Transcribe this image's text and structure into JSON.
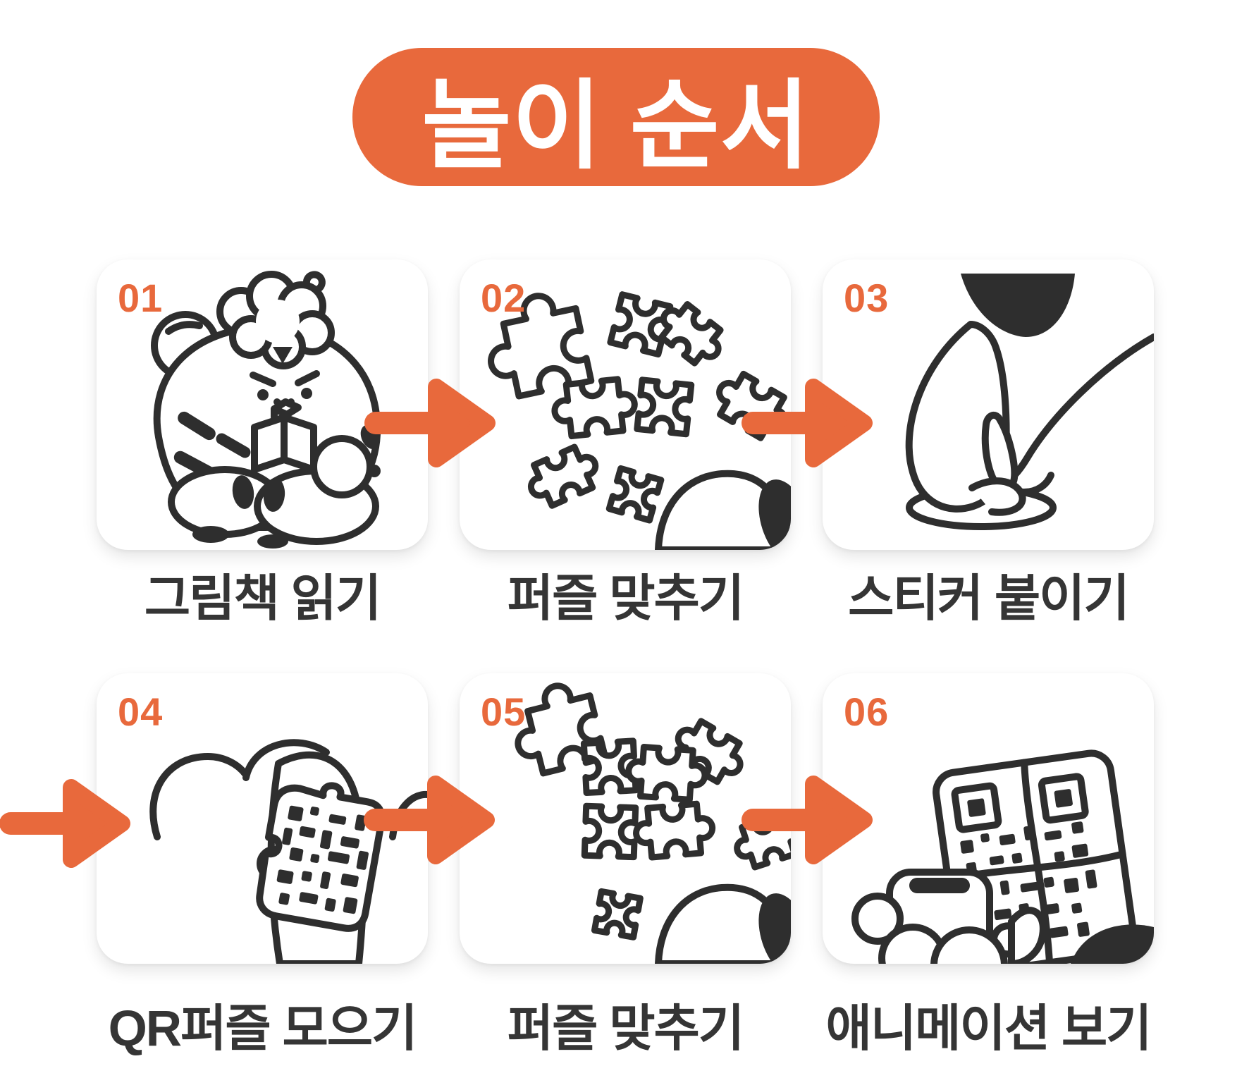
{
  "header": {
    "title": "놀이 순서"
  },
  "colors": {
    "accent": "#E8693C",
    "ink": "#2E2E2E",
    "label": "#353535",
    "card": "#FFFFFF",
    "title_text": "#FFFFFF",
    "background": "#FFFFFF"
  },
  "flow": {
    "arrow_icon": "right-arrow-icon",
    "arrow_count": 5
  },
  "steps": [
    {
      "number": "01",
      "label": "그림책 읽기",
      "icon": "tiger-reading-book-icon"
    },
    {
      "number": "02",
      "label": "퍼즐 맞추기",
      "icon": "scattered-puzzle-pieces-icon"
    },
    {
      "number": "03",
      "label": "스티커 붙이기",
      "icon": "paw-pressing-sticker-icon"
    },
    {
      "number": "04",
      "label": "QR퍼즐 모으기",
      "icon": "paw-holding-qr-puzzle-piece-icon"
    },
    {
      "number": "05",
      "label": "퍼즐 맞추기",
      "icon": "assembling-puzzle-pieces-icon"
    },
    {
      "number": "06",
      "label": "애니메이션 보기",
      "icon": "phone-scanning-qr-code-icon"
    }
  ]
}
